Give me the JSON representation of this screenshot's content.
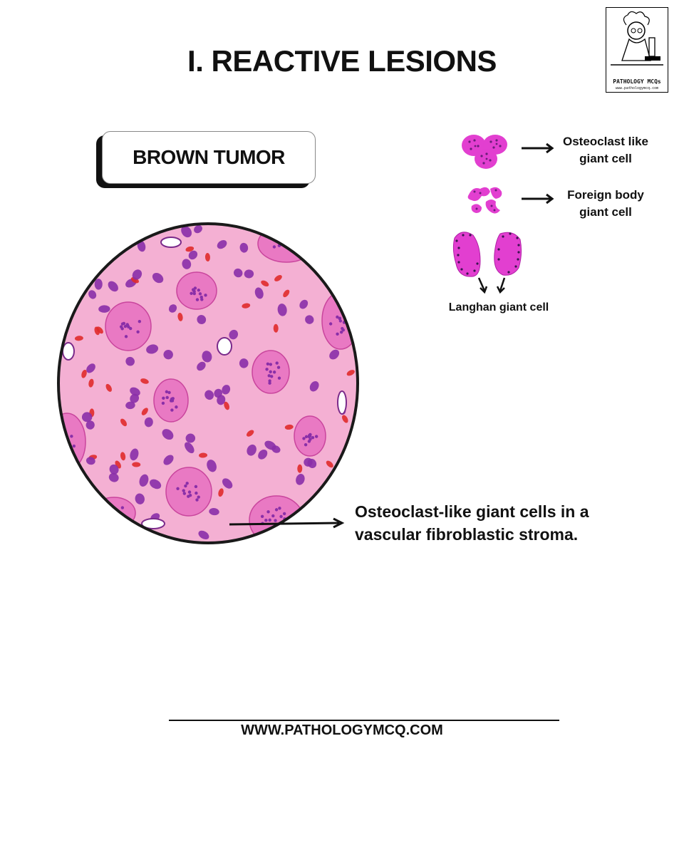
{
  "title": "I. REACTIVE LESIONS",
  "logo": {
    "name": "PATHOLOGY MCQs",
    "url": "www.pathologymcq.com"
  },
  "tag": "BROWN TUMOR",
  "legend": {
    "osteoclast": [
      "Osteoclast like",
      "giant cell"
    ],
    "foreign_body": [
      "Foreign body",
      "giant cell"
    ],
    "langhan": "Langhan giant cell"
  },
  "caption": [
    "Osteoclast-like giant cells in a",
    "vascular fibroblastic stroma."
  ],
  "footer": "WWW.PATHOLOGYMCQ.COM",
  "colors": {
    "stroma": "#f4b0d3",
    "giant_cell": "#e979c3",
    "nucleus": "#8a2fa8",
    "rbc": "#e02b2b",
    "legend_cell": "#e23fd0"
  }
}
